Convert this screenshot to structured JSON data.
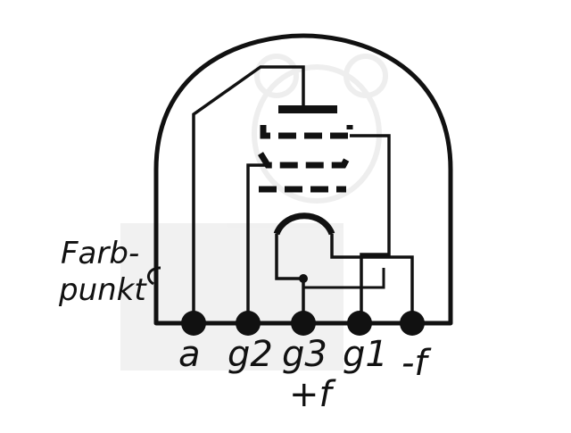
{
  "side_label": {
    "line1": "Farb-",
    "line2": "punkt"
  },
  "pins": [
    {
      "id": "a",
      "label": "a"
    },
    {
      "id": "g2",
      "label": "g2"
    },
    {
      "id": "g3",
      "label": "g3",
      "sublabel": "+f"
    },
    {
      "id": "g1",
      "label": "g1"
    },
    {
      "id": "minus-f",
      "label": "-f"
    }
  ],
  "colors": {
    "ink": "#111111",
    "background": "#ffffff"
  }
}
